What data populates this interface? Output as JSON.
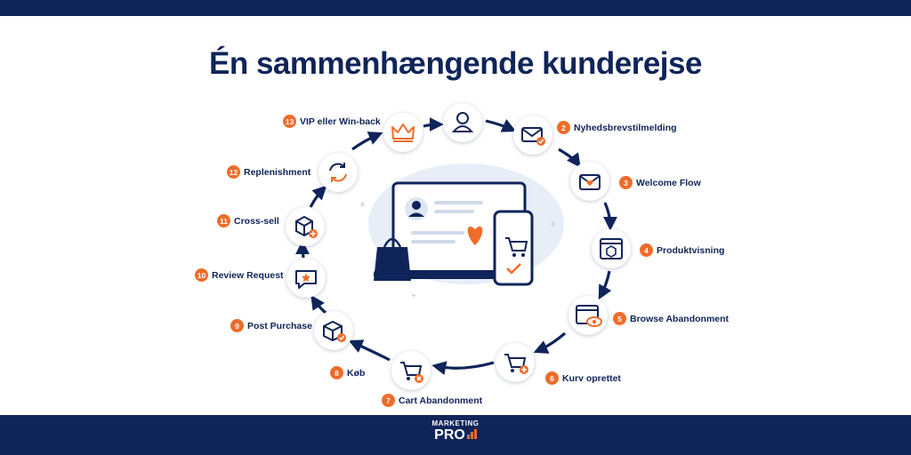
{
  "title": "Én sammenhængende kunderejse",
  "colors": {
    "navy": "#0f2459",
    "accent": "#ef6c2a",
    "background": "#ffffff"
  },
  "journey": {
    "start_icon": "user-icon",
    "steps": [
      {
        "number": "2",
        "label": "Nyhedsbrevstilmelding",
        "icon": "envelope-check-icon"
      },
      {
        "number": "3",
        "label": "Welcome Flow",
        "icon": "envelope-heart-icon"
      },
      {
        "number": "4",
        "label": "Produktvisning",
        "icon": "browser-box-icon"
      },
      {
        "number": "5",
        "label": "Browse Abandonment",
        "icon": "browser-eye-icon"
      },
      {
        "number": "6",
        "label": "Kurv oprettet",
        "icon": "cart-plus-icon"
      },
      {
        "number": "7",
        "label": "Cart Abandonment",
        "icon": "cart-x-icon"
      },
      {
        "number": "8",
        "label": "Køb",
        "icon": "package-check-icon"
      },
      {
        "number": "9",
        "label": "Post Purchase",
        "icon": "package-check-icon"
      },
      {
        "number": "10",
        "label": "Review Request",
        "icon": "chat-star-icon"
      },
      {
        "number": "11",
        "label": "Cross-sell",
        "icon": "box-plus-icon"
      },
      {
        "number": "12",
        "label": "Replenishment",
        "icon": "refresh-icon"
      },
      {
        "number": "13",
        "label": "VIP eller Win-back",
        "icon": "crown-icon"
      }
    ]
  },
  "logo": {
    "top": "MARKETING",
    "bottom": "PRO"
  }
}
